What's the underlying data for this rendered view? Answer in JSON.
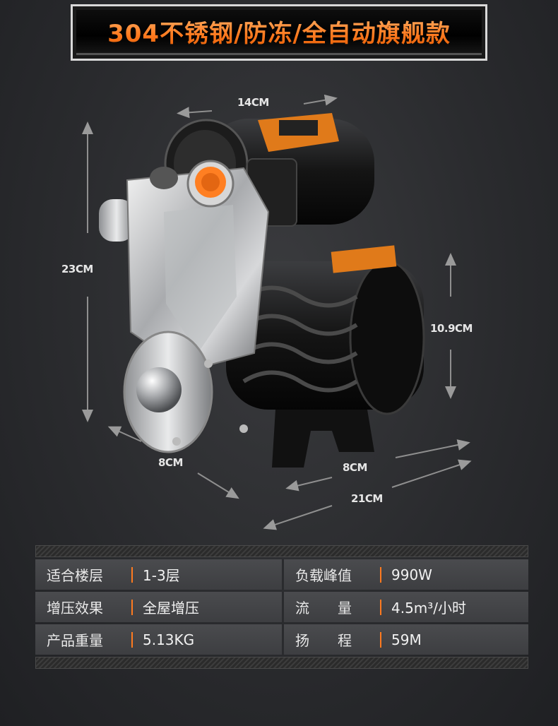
{
  "banner": {
    "title": "304不锈钢/防冻/全自动旗舰款"
  },
  "dimensions": {
    "width_top": "14CM",
    "height_total": "23CM",
    "height_motor": "10.9CM",
    "depth_inlet": "8CM",
    "depth_motor": "8CM",
    "length_total": "21CM"
  },
  "specs": [
    {
      "left_key": "适合楼层",
      "left_value": "1-3层",
      "right_key": "负载峰值",
      "right_value": "990W"
    },
    {
      "left_key": "增压效果",
      "left_value": "全屋增压",
      "right_key": "流　　量",
      "right_value": "4.5m³/小时"
    },
    {
      "left_key": "产品重量",
      "left_value": "5.13KG",
      "right_key": "扬　　程",
      "right_value": "59M"
    }
  ],
  "colors": {
    "accent": "#ff7a1f",
    "background": "#2a2b2e"
  }
}
